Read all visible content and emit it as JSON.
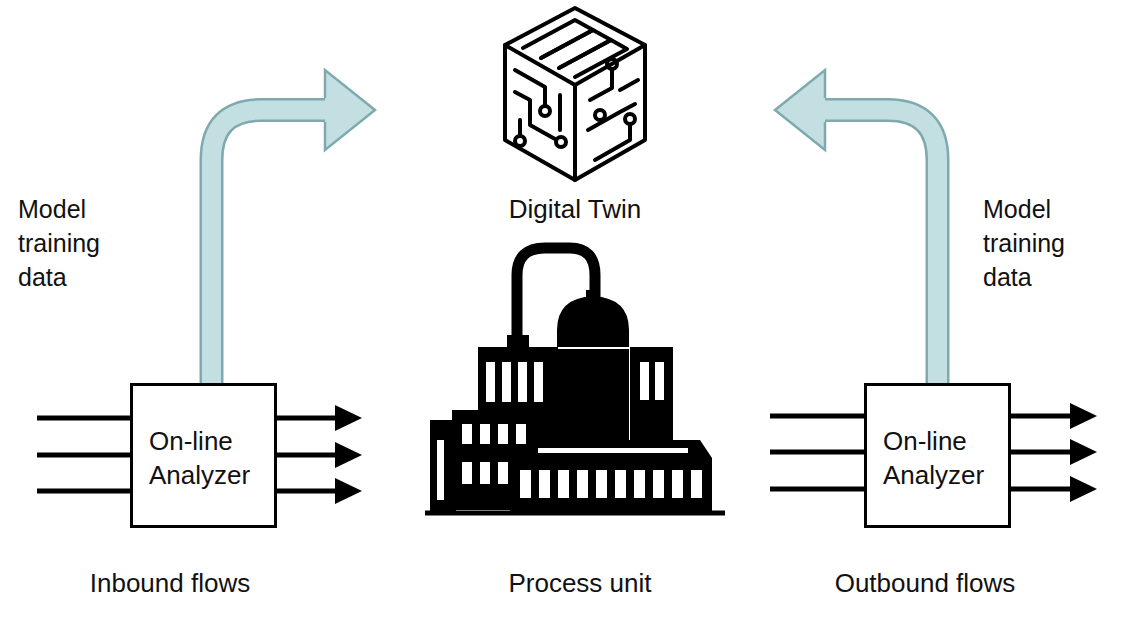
{
  "diagram": {
    "nodes": [
      {
        "text": [
          "Digital Twin"
        ]
      },
      {
        "text": [
          "On-line Analyzer"
        ]
      },
      {
        "text": [
          "On-line Analyzer"
        ]
      }
    ],
    "edges": [
      {
        "from": 1,
        "to": 0,
        "arrow": "to",
        "label": "Model training data"
      },
      {
        "from": 2,
        "to": 0,
        "arrow": "to",
        "label": "Model training data"
      }
    ],
    "labels": [
      "Inbound flows",
      "Process unit",
      "Outbound flows"
    ]
  }
}
